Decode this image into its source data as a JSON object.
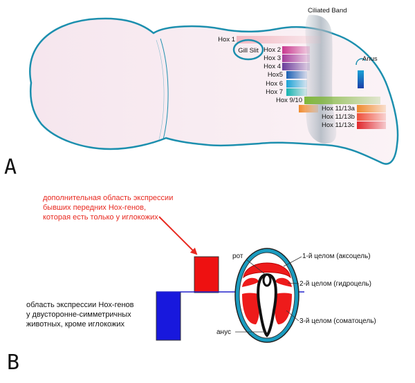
{
  "panel_a": {
    "letter": "A",
    "ciliated_band": "Ciliated Band",
    "gill_slit": "Gill Slit",
    "anus": "Anus",
    "hox_labels": [
      "Hox 1",
      "Hox 2",
      "Hox 3",
      "Hox 4",
      "Hox5",
      "Hox 6",
      "Hox 7",
      "Hox 9/10",
      "Hox 11/13a",
      "Hox 11/13b",
      "Hox 11/13c"
    ]
  },
  "panel_b": {
    "letter": "B",
    "red_note": [
      "дополнительная область экспрессии",
      "бывших передних Hox-генов,",
      "которая есть только у иглокожих"
    ],
    "bilateral_note": [
      "область экспрессии Hox-генов",
      "у двусторонне-симметричных",
      "животных, кроме иглокожих"
    ],
    "mouth": "рот",
    "anus": "анус",
    "coelom_1": "1-й целом (аксоцель)",
    "coelom_2": "2-й целом (гидроцель)",
    "coelom_3": "3-й целом (соматоцель)"
  },
  "colors": {
    "outline_teal": "#1c8fae",
    "hox_red": "#e8281f",
    "hox_blue": "#1a1ad6"
  }
}
